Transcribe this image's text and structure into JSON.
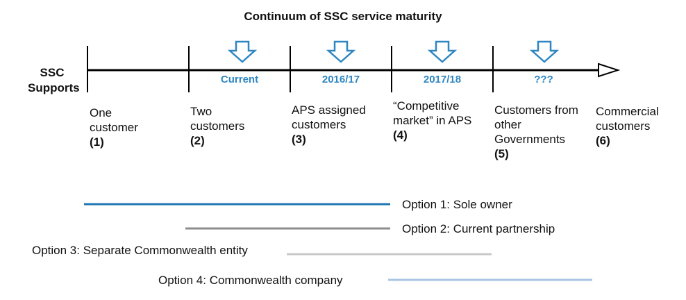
{
  "title": "Continuum of SSC service maturity",
  "side_label": "SSC Supports",
  "periods": [
    {
      "label": "Current"
    },
    {
      "label": "2016/17"
    },
    {
      "label": "2017/18"
    },
    {
      "label": "???"
    }
  ],
  "stages": [
    {
      "label": "One customer",
      "number": "(1)"
    },
    {
      "label": "Two customers",
      "number": "(2)"
    },
    {
      "label": "APS assigned customers",
      "number": "(3)"
    },
    {
      "label": "“Competitive market” in APS",
      "number": "(4)"
    },
    {
      "label": "Customers from other Governments",
      "number": "(5)"
    },
    {
      "label": "Commercial customers",
      "number": "(6)"
    }
  ],
  "options": [
    {
      "label": "Option 1: Sole owner",
      "color": "#1f77b4"
    },
    {
      "label": "Option 2: Current partnership",
      "color": "#8c8c8c"
    },
    {
      "label": "Option 3: Separate Commonwealth entity",
      "color": "#c8c8c8"
    },
    {
      "label": "Option 4: Commonwealth company",
      "color": "#a8c4e6"
    }
  ],
  "colors": {
    "accent": "#2e86c1",
    "axis": "#000000"
  },
  "icons": {
    "period_marker": "down-arrow-icon",
    "axis_end": "arrowhead-icon"
  }
}
